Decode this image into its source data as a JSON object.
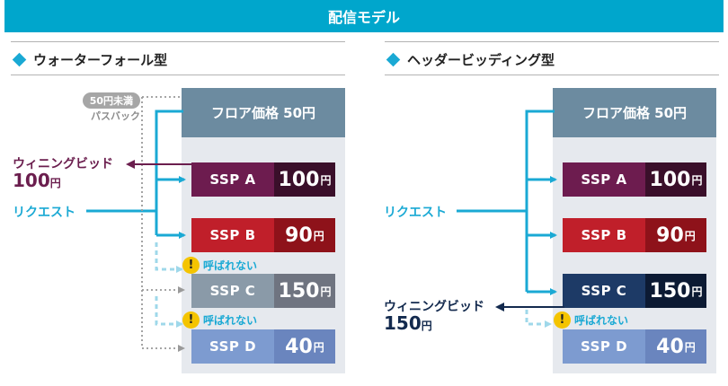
{
  "header": {
    "title": "配信モデル"
  },
  "left": {
    "title": "ウォーターフォール型",
    "floor_label": "フロア価格 50円",
    "passback_pill": "50円未満",
    "passback_label": "パスバック",
    "request_label": "リクエスト",
    "winning_label": "ウィニングビッド",
    "winning_value": "100",
    "winning_unit": "円",
    "not_called_1": "呼ばれない",
    "not_called_2": "呼ばれない",
    "ssps": [
      {
        "name": "SSP A",
        "value": "100",
        "unit": "円"
      },
      {
        "name": "SSP B",
        "value": "90",
        "unit": "円"
      },
      {
        "name": "SSP C",
        "value": "150",
        "unit": "円"
      },
      {
        "name": "SSP D",
        "value": "40",
        "unit": "円"
      }
    ]
  },
  "right": {
    "title": "ヘッダービッディング型",
    "floor_label": "フロア価格 50円",
    "request_label": "リクエスト",
    "winning_label": "ウィニングビッド",
    "winning_value": "150",
    "winning_unit": "円",
    "not_called": "呼ばれない",
    "ssps": [
      {
        "name": "SSP A",
        "value": "100",
        "unit": "円"
      },
      {
        "name": "SSP B",
        "value": "90",
        "unit": "円"
      },
      {
        "name": "SSP C",
        "value": "150",
        "unit": "円"
      },
      {
        "name": "SSP D",
        "value": "40",
        "unit": "円"
      }
    ]
  },
  "colors": {
    "accent": "#00a6cc",
    "arrow_blue": "#1aa9d4",
    "win_left": "#6b1e4e",
    "win_right": "#132a4e",
    "warn": "#f4c400",
    "ssp_a": "#6d1c4f",
    "ssp_b": "#c01f2a",
    "ssp_c_left": "#6f7480",
    "ssp_c_right": "#14294a",
    "ssp_d": "#6a85be"
  }
}
